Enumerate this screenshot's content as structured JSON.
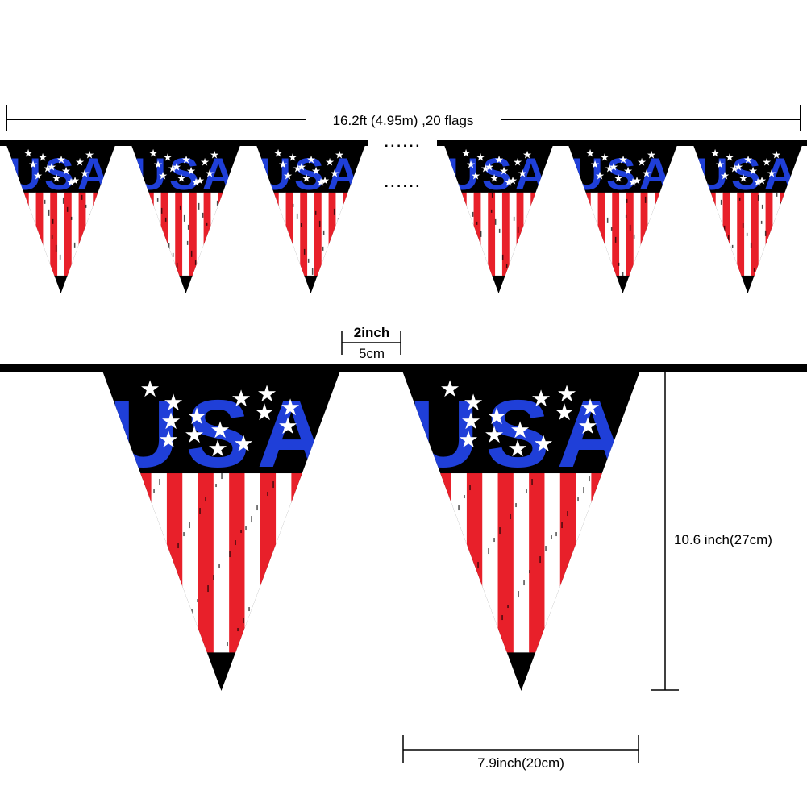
{
  "banner_text": "USA",
  "dimensions": {
    "total_length": "16.2ft (4.95m) ,20 flags",
    "gap_inch": "2inch",
    "gap_cm": "5cm",
    "flag_height": "10.6 inch(27cm)",
    "flag_width": "7.9inch(20cm)"
  },
  "ellipsis": "......",
  "colors": {
    "black": "#000000",
    "red": "#e8202a",
    "white": "#ffffff",
    "blue": "#1f3fd8",
    "star": "#ffffff"
  }
}
